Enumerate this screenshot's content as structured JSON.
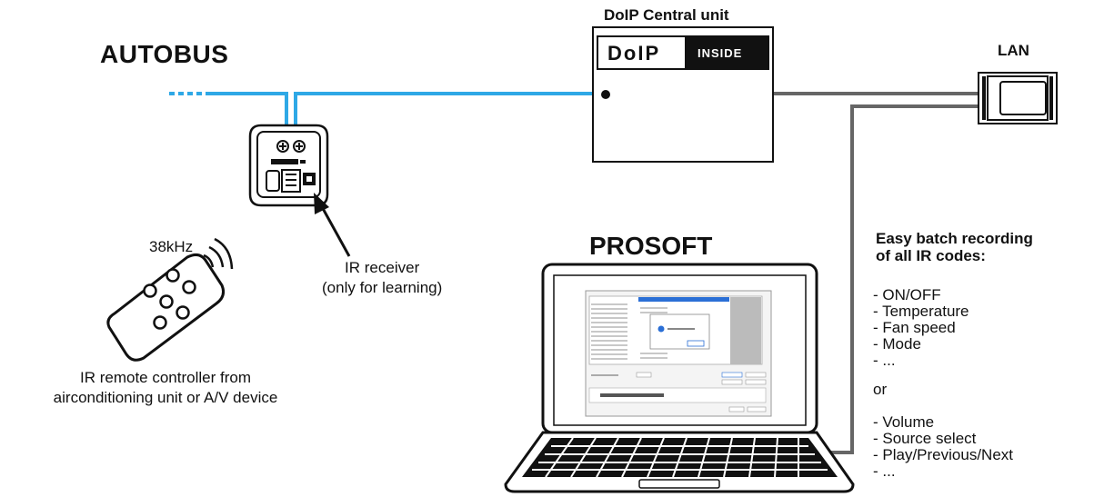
{
  "labels": {
    "autobus": "AUTOBUS",
    "central_unit": "DoIP Central unit",
    "doip_logo": "DoIP",
    "inside": "INSIDE",
    "lan": "LAN",
    "prosoft": "PROSOFT",
    "frequency": "38kHz",
    "ir_receiver_line1": "IR receiver",
    "ir_receiver_line2": "(only for learning)",
    "ir_remote_line1": "IR remote controller from",
    "ir_remote_line2": "airconditioning unit or A/V device"
  },
  "batch": {
    "heading_line1": "Easy batch recording",
    "heading_line2": "of all IR codes:",
    "climate_items": [
      "- ON/OFF",
      "- Temperature",
      "- Fan speed",
      "- Mode",
      "- ..."
    ],
    "separator": "or",
    "av_items": [
      "- Volume",
      "- Source select",
      "- Play/Previous/Next",
      "- ..."
    ]
  },
  "colors": {
    "bus_line": "#2ea8e6",
    "lan_cable": "#666666",
    "outline": "#111111"
  },
  "icons": [
    "ir-module-icon",
    "remote-control-icon",
    "laptop-icon",
    "lan-socket-icon",
    "doip-central-unit-icon"
  ]
}
